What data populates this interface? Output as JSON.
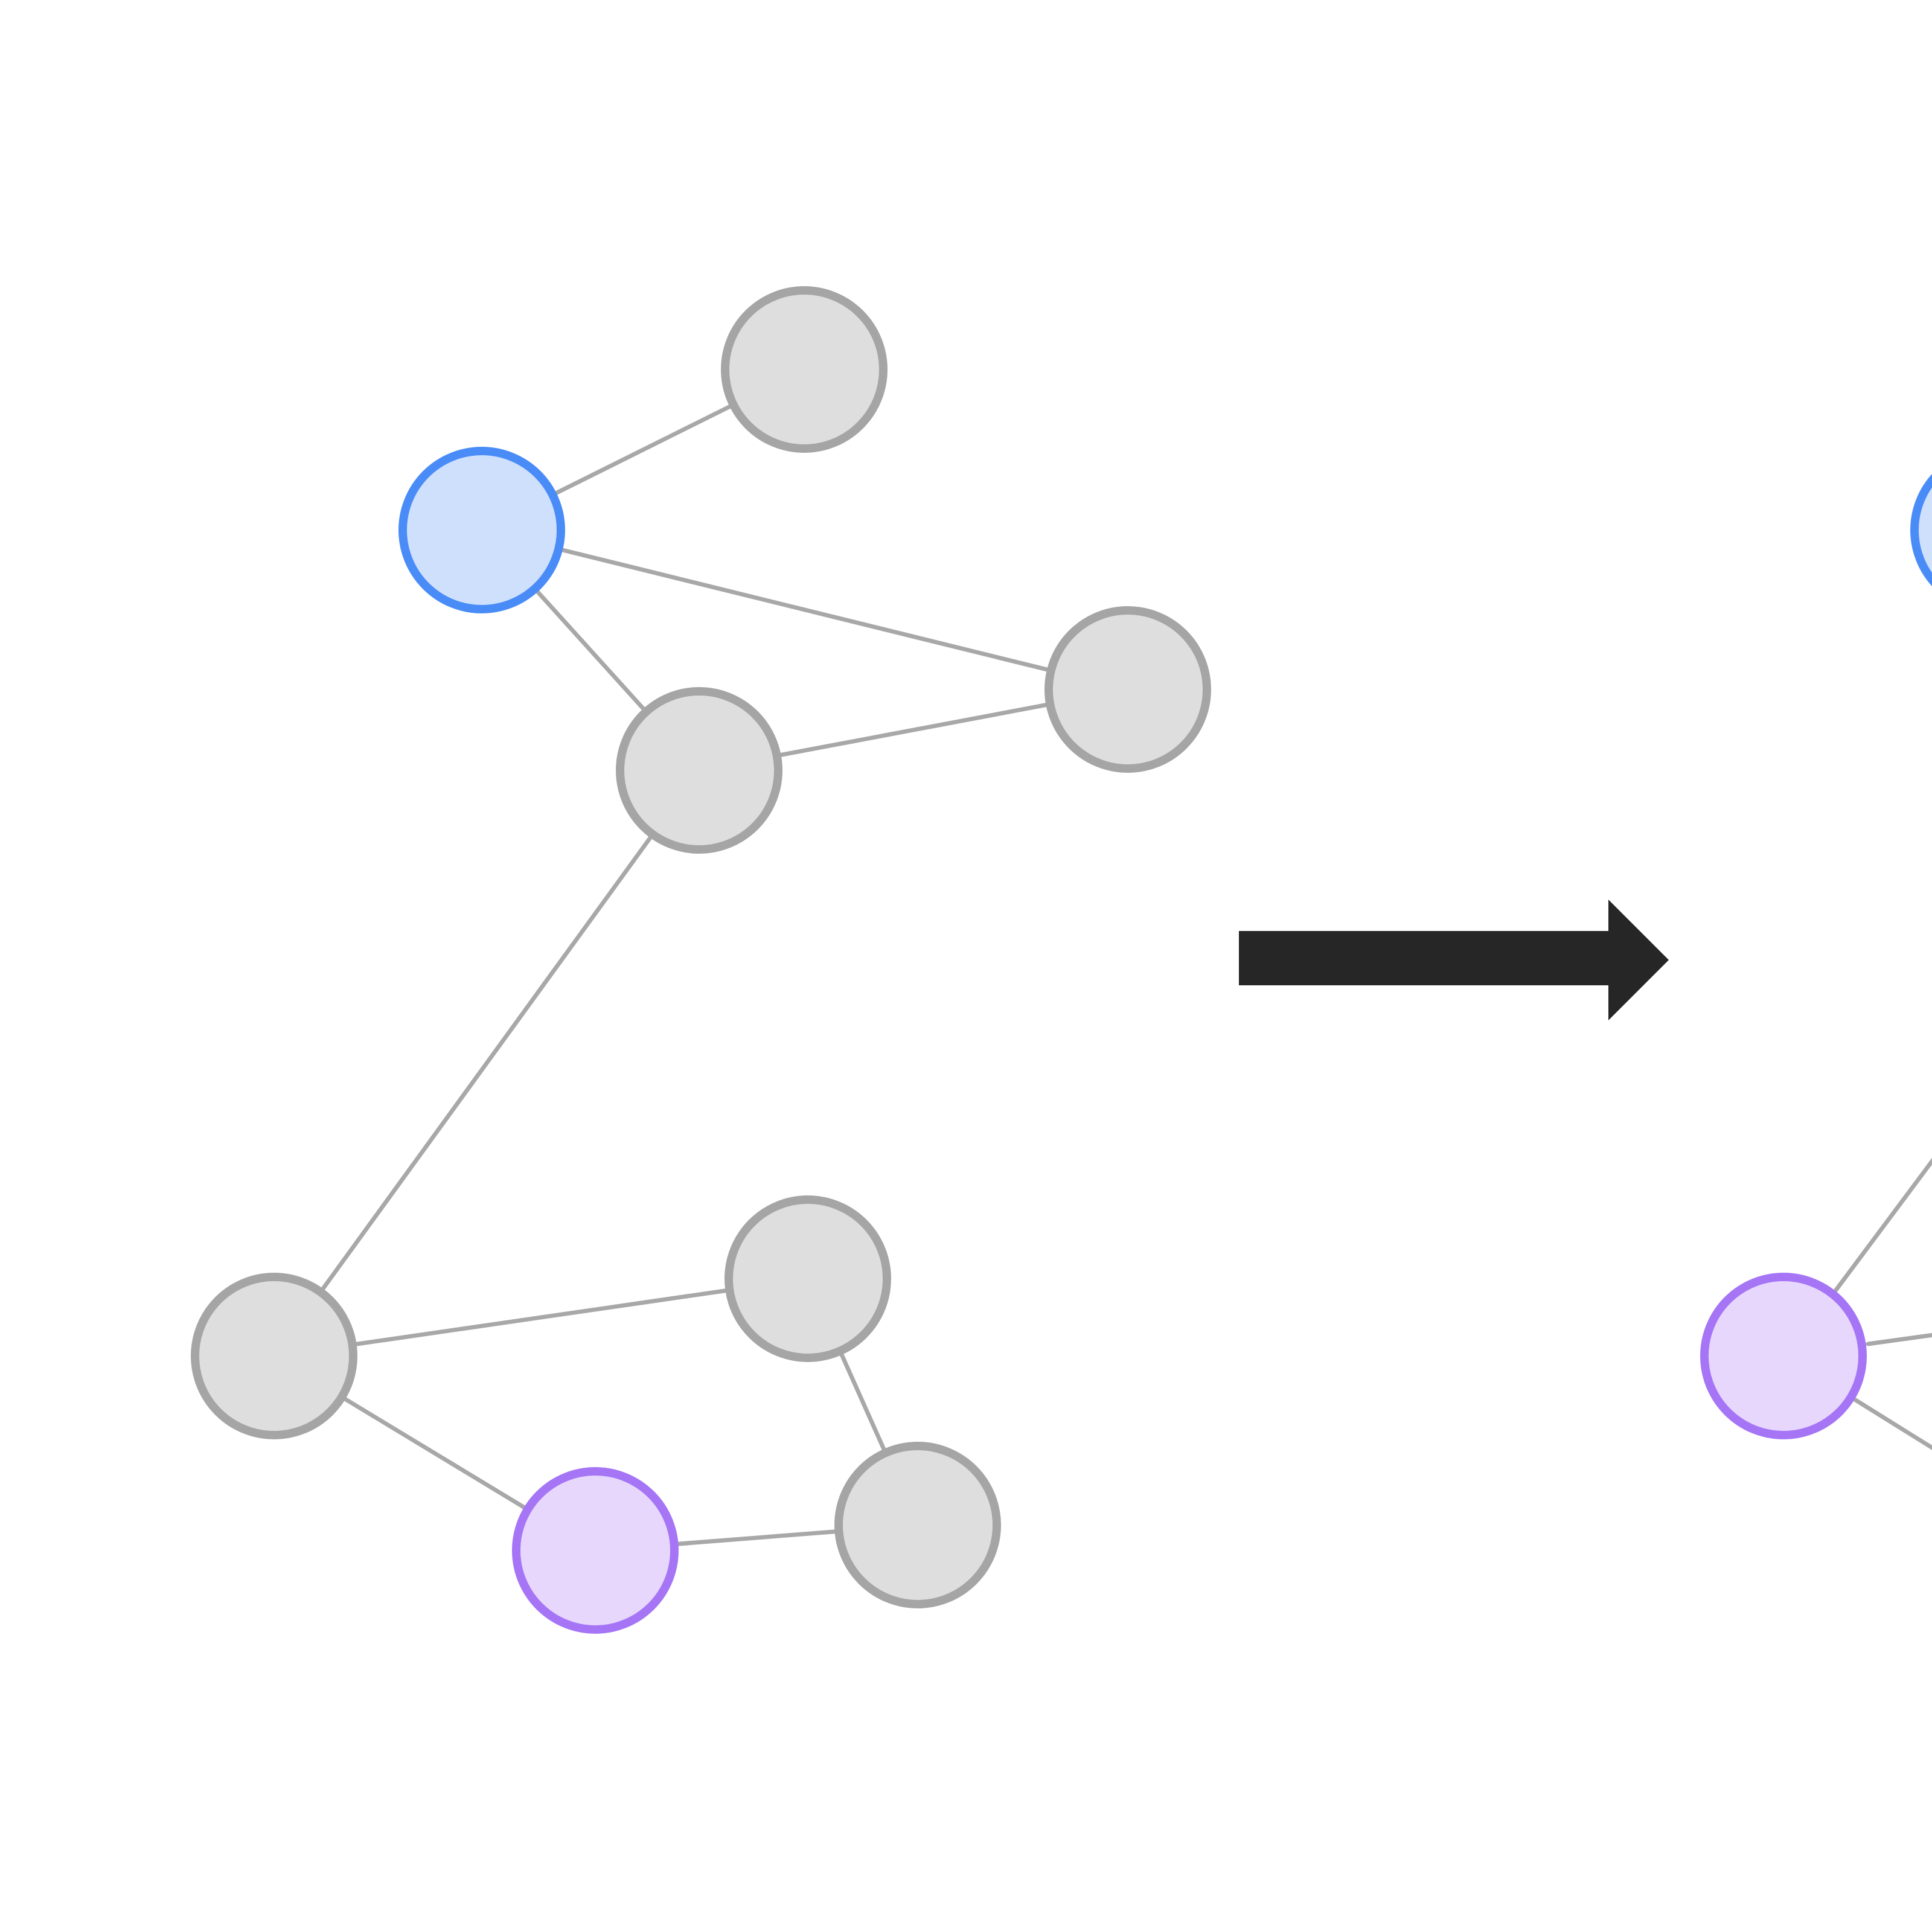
{
  "diagram": {
    "colors": {
      "background": "#ffffff",
      "edge": "#a8a8a8",
      "default_fill": "#dedede",
      "default_stroke": "#a5a5a5",
      "source_fill": "#cfe0fd",
      "source_stroke": "#4a8cf7",
      "target_fill": "#e7d7fd",
      "target_stroke": "#a575f6",
      "arrow": "#262626"
    },
    "before_graph": {
      "nodes": [
        {
          "id": "n1",
          "role": "source"
        },
        {
          "id": "n2",
          "role": "default"
        },
        {
          "id": "n3",
          "role": "default"
        },
        {
          "id": "n4",
          "role": "default"
        },
        {
          "id": "n5",
          "role": "default"
        },
        {
          "id": "n6",
          "role": "default"
        },
        {
          "id": "n7",
          "role": "target"
        },
        {
          "id": "n8",
          "role": "default"
        }
      ],
      "edges": [
        [
          "n1",
          "n2"
        ],
        [
          "n1",
          "n3"
        ],
        [
          "n1",
          "n4"
        ],
        [
          "n4",
          "n3"
        ],
        [
          "n4",
          "n5"
        ],
        [
          "n5",
          "n6"
        ],
        [
          "n5",
          "n7"
        ],
        [
          "n6",
          "n8"
        ],
        [
          "n7",
          "n8"
        ]
      ]
    },
    "transition_arrow": {
      "icon": "right-arrow-icon"
    },
    "after_graph_visible_part": {
      "nodes": [
        {
          "id": "m1",
          "role": "source"
        },
        {
          "id": "m2",
          "role": "target"
        }
      ]
    }
  }
}
